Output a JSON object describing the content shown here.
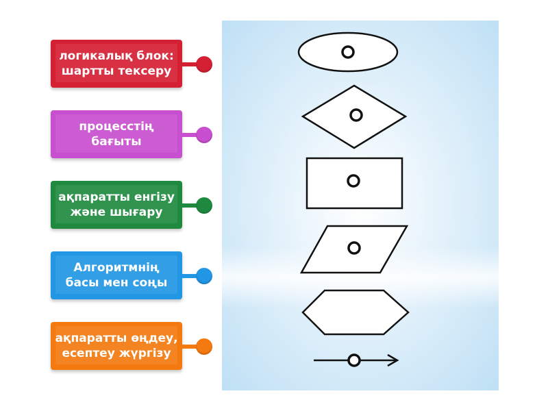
{
  "labels": [
    {
      "text": "логикалық блок:\nшартты тексеру",
      "color": "#d52034"
    },
    {
      "text": "процесстің\nбағыты",
      "color": "#c84fcf"
    },
    {
      "text": "ақпаратты енгізу\nжәне шығару",
      "color": "#1f8a3f"
    },
    {
      "text": "Алгоритмнің\nбасы мен соңы",
      "color": "#2196e4"
    },
    {
      "text": "ақпаратты өңдеу,\nесептеу жүргізу",
      "color": "#f47a10"
    }
  ],
  "colors": {
    "panel_edge": "#bfe0f5",
    "panel_center": "#ffffff",
    "shape_stroke": "#111111",
    "shape_fill": "#ffffff"
  },
  "shapes": [
    {
      "icon": "ellipse-terminator-icon",
      "has_dot": true
    },
    {
      "icon": "diamond-decision-icon",
      "has_dot": true
    },
    {
      "icon": "rectangle-process-icon",
      "has_dot": true
    },
    {
      "icon": "parallelogram-io-icon",
      "has_dot": true
    },
    {
      "icon": "hexagon-preparation-icon",
      "has_dot": false
    },
    {
      "icon": "arrow-flow-icon",
      "has_dot": true
    }
  ]
}
